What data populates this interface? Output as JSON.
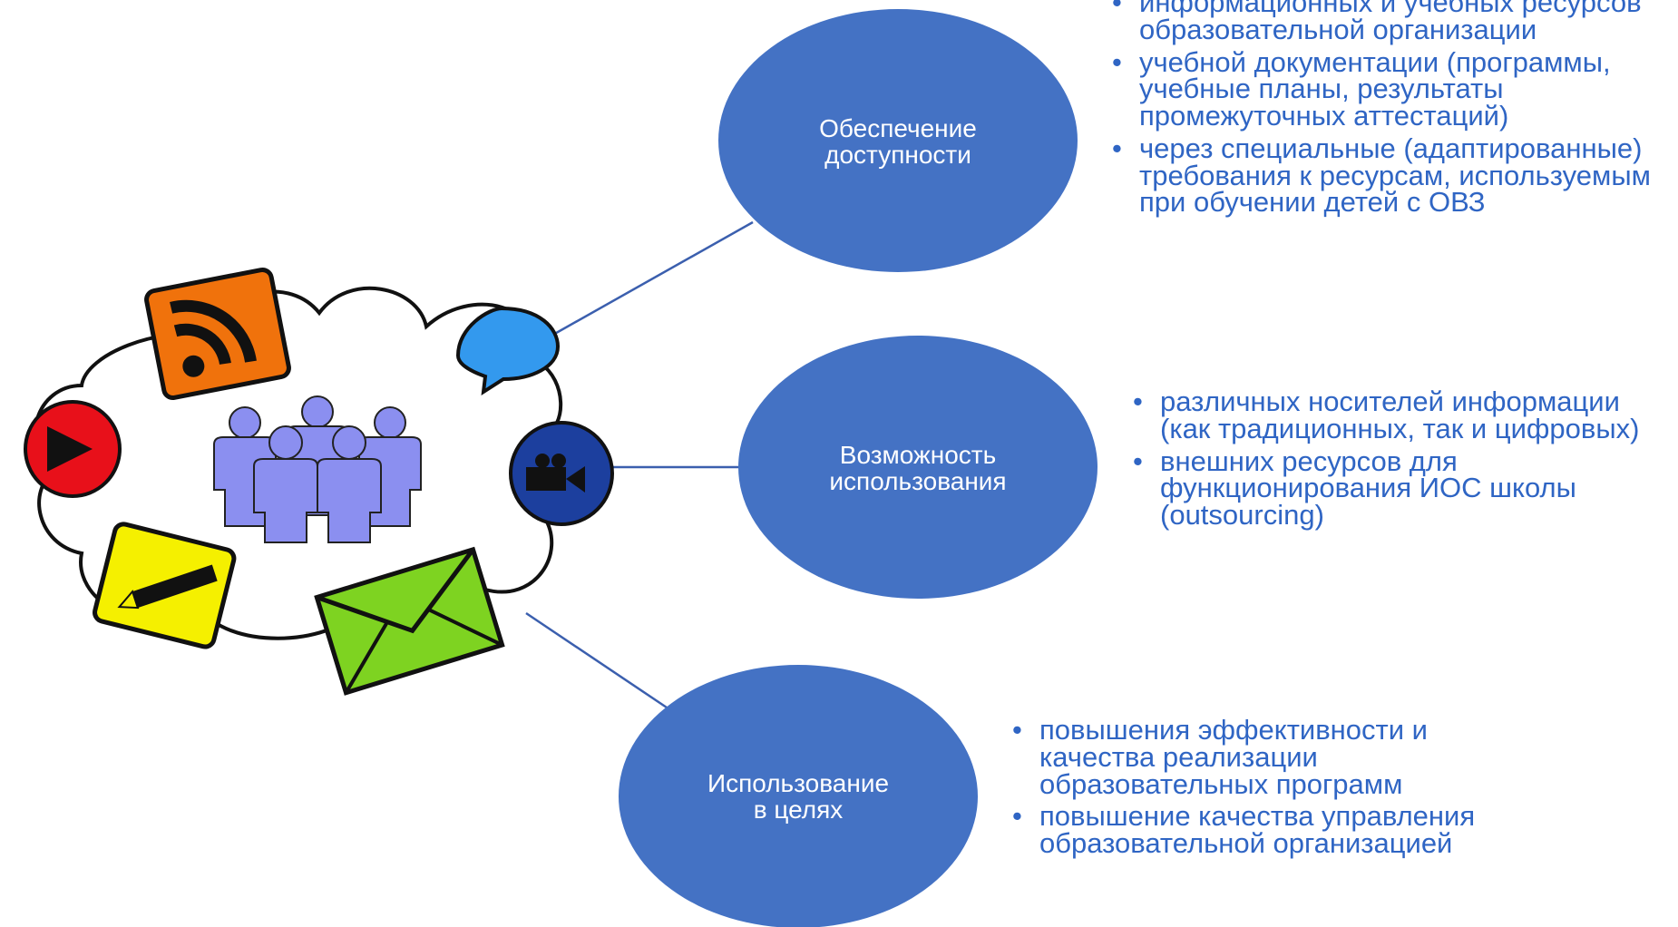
{
  "nodes": [
    {
      "label_line1": "Обеспечение",
      "label_line2": "доступности",
      "bullets": [
        "информационных и учебных ресурсов образовательной организации",
        "учебной документации (программы, учебные планы, результаты промежуточных аттестаций)",
        "через специальные (адаптированные) требования к ресурсам, используемым при обучении детей с ОВЗ"
      ]
    },
    {
      "label_line1": "Возможность",
      "label_line2": "использования",
      "bullets": [
        "различных носителей информации (как традиционных, так и цифровых)",
        "внешних ресурсов для функционирования ИОС школы (outsourcing)"
      ]
    },
    {
      "label_line1": "Использование",
      "label_line2": "в целях",
      "bullets": [
        "повышения эффективности и качества реализации образовательных программ",
        "повышение качества управления образовательной организацией"
      ]
    }
  ],
  "colors": {
    "circle": "#4472c4",
    "bullet_text": "#2f65c4",
    "connector": "#3b5fae",
    "rss": "#f0720c",
    "chat": "#3399ee",
    "play": "#e8101a",
    "pencil": "#f5f000",
    "mail": "#7ed321",
    "camera": "#1c3f9e",
    "people": "#8b8ff0"
  },
  "icons": [
    "rss-icon",
    "chat-bubble-icon",
    "play-icon",
    "video-camera-icon",
    "pencil-icon",
    "mail-icon",
    "people-group-icon"
  ]
}
